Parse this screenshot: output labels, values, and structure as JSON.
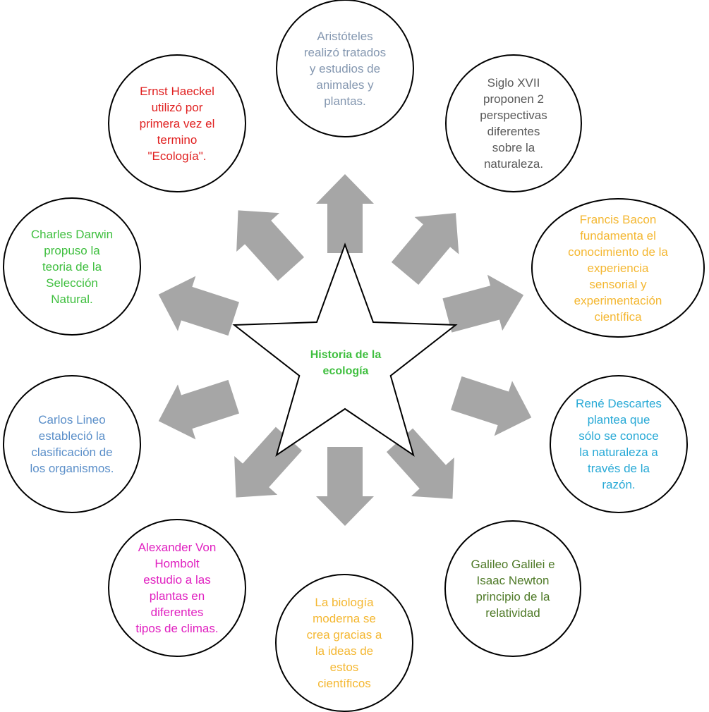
{
  "center": {
    "lines": [
      "Historia de la",
      "ecología"
    ],
    "color": "#3fbf3f"
  },
  "colors": {
    "arrow": "#a6a6a6",
    "circle_stroke": "#000000"
  },
  "nodes": [
    {
      "id": "aristoteles",
      "color": "#8497b0",
      "lines": [
        "Aristóteles",
        "realizó tratados",
        "y estudios  de",
        "animales y",
        "plantas."
      ]
    },
    {
      "id": "siglo-xvii",
      "color": "#595959",
      "lines": [
        "Siglo XVII",
        "proponen 2",
        "perspectivas",
        "diferentes",
        "sobre la",
        "naturaleza."
      ]
    },
    {
      "id": "francis-bacon",
      "color": "#f4b731",
      "lines": [
        "Francis Bacon",
        "fundamenta el",
        "conocimiento de la",
        "experiencia",
        "sensorial y",
        "experimentación",
        "científica"
      ]
    },
    {
      "id": "rene-descartes",
      "color": "#27a9d6",
      "lines": [
        "René Descartes",
        "plantea que",
        "sólo se conoce",
        "la naturaleza a",
        "través de la",
        "razón."
      ]
    },
    {
      "id": "galileo-newton",
      "color": "#4f7a28",
      "lines": [
        "Galileo Galilei e",
        "Isaac Newton",
        "principio de la",
        "relatividad"
      ]
    },
    {
      "id": "biologia-moderna",
      "color": "#f4b731",
      "lines": [
        "La biología",
        "moderna se",
        "crea gracias a",
        "la ideas de",
        "estos",
        "científicos"
      ]
    },
    {
      "id": "alexander-von-hombolt",
      "color": "#e020c0",
      "lines": [
        "Alexander Von",
        "Hombolt",
        "estudio a las",
        "plantas en",
        "diferentes",
        "tipos de climas."
      ]
    },
    {
      "id": "carlos-lineo",
      "color": "#5b8fc9",
      "lines": [
        "Carlos Lineo",
        "estableció la",
        "clasificación de",
        "los organismos."
      ]
    },
    {
      "id": "charles-darwin",
      "color": "#3fbf3f",
      "lines": [
        "Charles Darwin",
        "propuso  la",
        "teoria de la",
        "Selección",
        "Natural."
      ]
    },
    {
      "id": "ernst-haeckel",
      "color": "#e02020",
      "lines": [
        "Ernst Haeckel",
        "utilizó por",
        "primera vez el",
        "termino",
        "\"Ecología\"."
      ]
    }
  ]
}
